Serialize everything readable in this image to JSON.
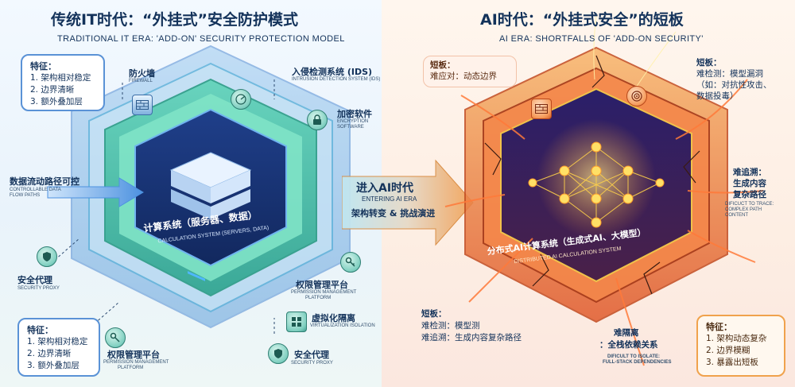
{
  "left": {
    "title": "传统IT时代：“外挂式”安全防护模式",
    "subtitle": "TRADITIONAL IT ERA: 'ADD-ON' SECURITY PROTECTION MODEL",
    "features_top": {
      "title": "特征：",
      "items": [
        "1. 架构相对稳定",
        "2. 边界清晰",
        "3. 额外叠加层"
      ]
    },
    "features_bottom": {
      "title": "特征：",
      "items": [
        "1. 架构相对稳定",
        "2. 边界清晰",
        "3. 额外叠加层"
      ]
    },
    "firewall": {
      "cn": "防火墙",
      "en": "FIREWALL"
    },
    "ids": {
      "cn": "入侵检测系统 (IDS)",
      "en": "INTRUSION DETECTION SYSTEM (IDS)"
    },
    "encryption": {
      "cn": "加密软件",
      "en1": "ENCRYPTION",
      "en2": "SOFTWARE"
    },
    "dataflow": {
      "cn": "数据流动路径可控",
      "en1": "CONTROLLABLE DATA",
      "en2": "FLOW PATHS"
    },
    "core": {
      "cn": "计算系统（服务器、数据）",
      "en": "CALCULATION SYSTEM (SERVERS, DATA)"
    },
    "proxy_left": {
      "cn": "安全代理",
      "en": "SECURITY PROXY"
    },
    "perm_right": {
      "cn": "权限管理平台",
      "en1": "PERMISSION MANAGEMENT",
      "en2": "PLATFORM"
    },
    "virtual": {
      "cn": "虚拟化隔离",
      "en": "VIRTUALIZATION ISOLATION"
    },
    "perm_bottom": {
      "cn": "权限管理平台",
      "en1": "PERMISSION MANAGEMENT",
      "en2": "PLATFORM"
    },
    "proxy_bottom": {
      "cn": "安全代理",
      "en": "SECURITY PROXY"
    }
  },
  "transition": {
    "cn1": "进入AI时代",
    "en": "ENTERING AI ERA",
    "cn2": "架构转变 & 挑战演进"
  },
  "right": {
    "title": "AI时代：“外挂式安全”的短板",
    "subtitle": "AI ERA: SHORTFALLS OF 'ADD-ON SECURITY'",
    "short_boundary": {
      "l1": "短板：",
      "l2": "难应对：动态边界"
    },
    "short_model": {
      "l1": "短板：",
      "l2": "难检测：模型漏洞",
      "l3": "（如：对抗性攻击、",
      "l4": "数据投毒）"
    },
    "trace": {
      "cn1": "难追溯：",
      "cn2": "生成内容",
      "cn3": "复杂路径",
      "en1": "DIFICUCT TO TRACE:",
      "en2": "COMPLEX PATH",
      "en3": "CONTENT"
    },
    "core": {
      "cn": "分布式AI计算系统（生成式AI、大模型）",
      "en": "DISTRIBUTED AI CALCULATION SYSTEM"
    },
    "short_bottom": {
      "l1": "短板：",
      "l2": "难检测：模型测",
      "l3": "难追溯：生成内容复杂路径"
    },
    "isolate": {
      "cn1": "难隔离",
      "cn2": "：全栈依赖关系",
      "en1": "DIFICULT TO ISOLATE:",
      "en2": "FULL-STACK DEPENDENCIES"
    },
    "features": {
      "title": "特征：",
      "items": [
        "1. 架构动态复杂",
        "2. 边界模糊",
        "3. 暴露出短板"
      ]
    }
  },
  "colors": {
    "blue_accent": "#2f6fd1",
    "teal": "#3fb8a0",
    "orange_accent": "#f08a2a",
    "red": "#d9452c",
    "navy": "#13325a"
  }
}
